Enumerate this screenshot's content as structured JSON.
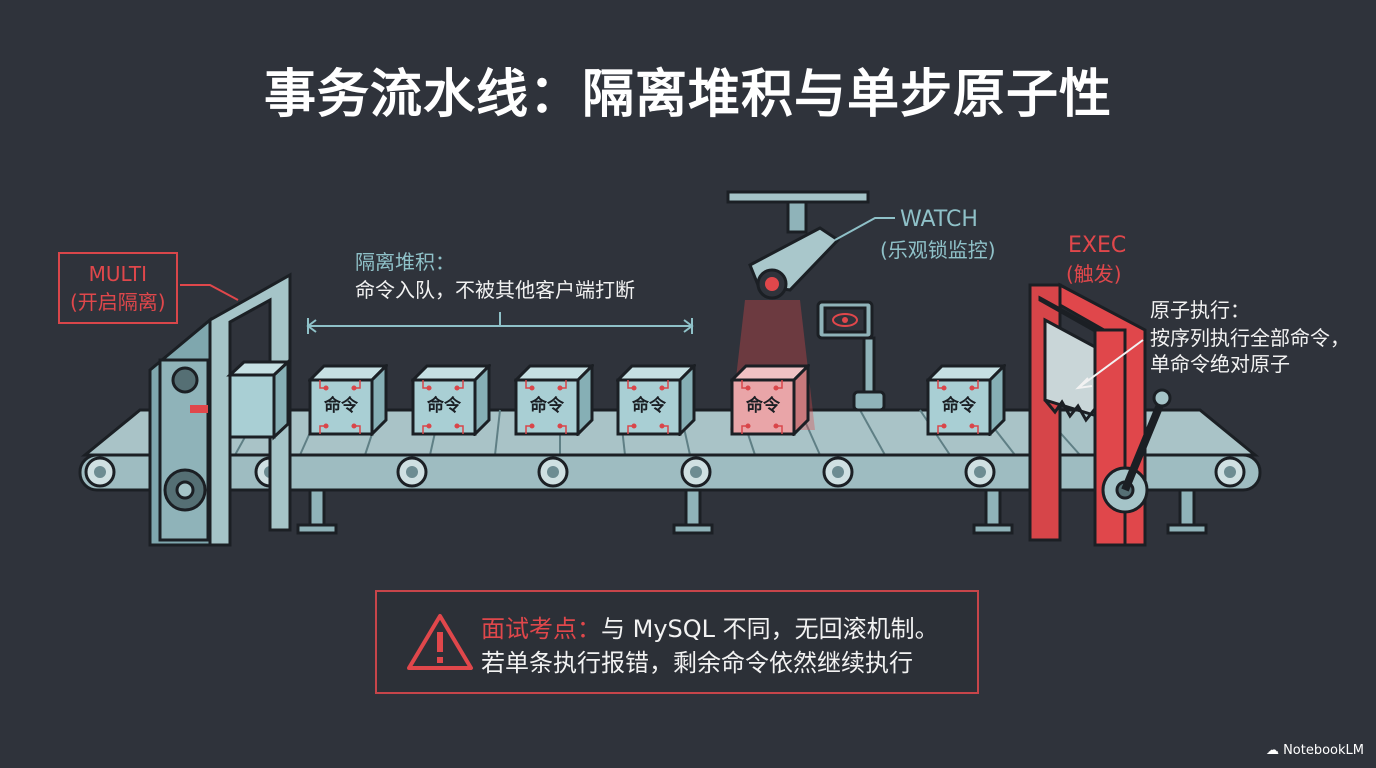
{
  "title": "事务流水线：隔离堆积与单步原子性",
  "multi": {
    "name": "MULTI",
    "desc": "(开启隔离)"
  },
  "isolation": {
    "title": "隔离堆积：",
    "desc": "命令入队，不被其他客户端打断"
  },
  "watch": {
    "name": "WATCH",
    "desc": "(乐观锁监控)"
  },
  "exec": {
    "name": "EXEC",
    "desc": "(触发)"
  },
  "atomic": {
    "title": "原子执行：",
    "line1": "按序列执行全部命令，",
    "line2": "单命令绝对原子"
  },
  "command_label": "命令",
  "note": {
    "highlight": "面试考点：",
    "line1": "与 MySQL 不同，无回滚机制。",
    "line2": "若单条执行报错，剩余命令依然继续执行"
  },
  "brand": "NotebookLM",
  "colors": {
    "background": "#2f333b",
    "teal": "#8fc1c8",
    "red": "#e0474b",
    "machine": "#7fa7ae"
  }
}
